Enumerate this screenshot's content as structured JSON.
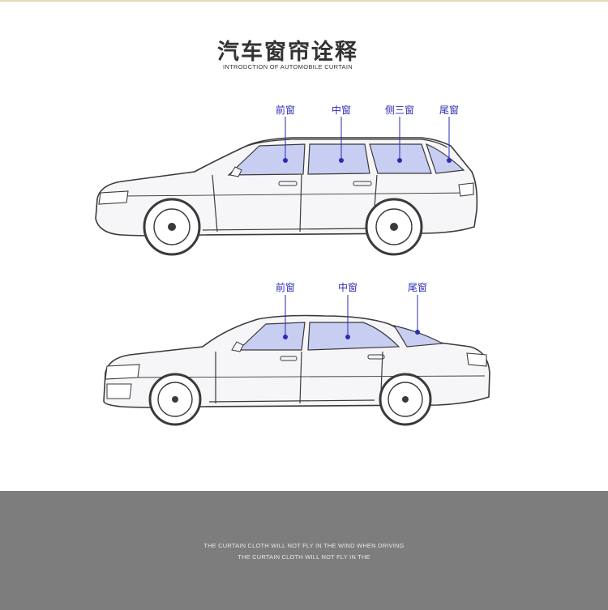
{
  "header": {
    "title": "汽车窗帘诠释",
    "subtitle": "INTRODCTION OF AUTOMOBILE CURTAIN"
  },
  "wagon": {
    "labels": [
      "前窗",
      "中窗",
      "侧三窗",
      "尾窗"
    ]
  },
  "sedan": {
    "labels": [
      "前窗",
      "中窗",
      "尾窗"
    ]
  },
  "footer": {
    "line1": "THE CURTAIN CLOTH WILL NOT FLY IN THE WIND WHEN DRIVING",
    "line2": "THE CURTAIN CLOTH WILL NOT FLY IN THE"
  },
  "colors": {
    "accent": "#2b2bb5",
    "window_tint": "#c8cdf2",
    "body_fill": "#f6f6f9",
    "outline": "#3a3a3a",
    "footer_bg": "#7d7d7d"
  }
}
